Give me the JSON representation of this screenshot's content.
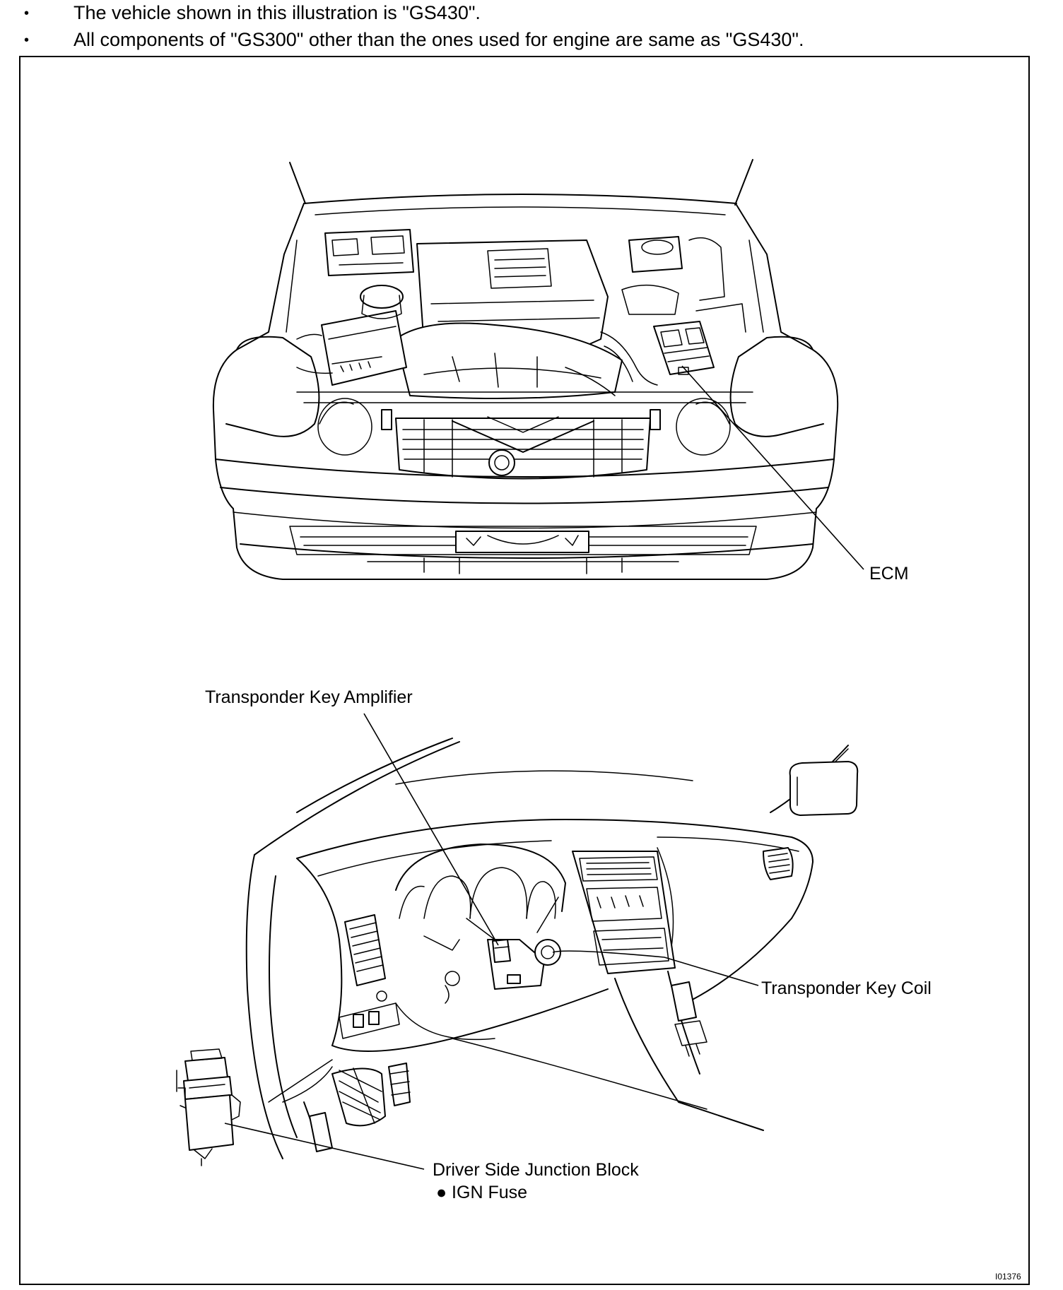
{
  "notes": [
    "The vehicle shown in this illustration is \"GS430\".",
    "All components of \"GS300\" other than the ones used for engine are same as \"GS430\"."
  ],
  "bullet": "•",
  "callouts": {
    "ecm": "ECM",
    "amplifier": "Transponder Key Amplifier",
    "coil": "Transponder Key Coil",
    "junction_block": "Driver Side Junction Block",
    "ign_fuse": "● IGN Fuse"
  },
  "figure_id": "I01376"
}
